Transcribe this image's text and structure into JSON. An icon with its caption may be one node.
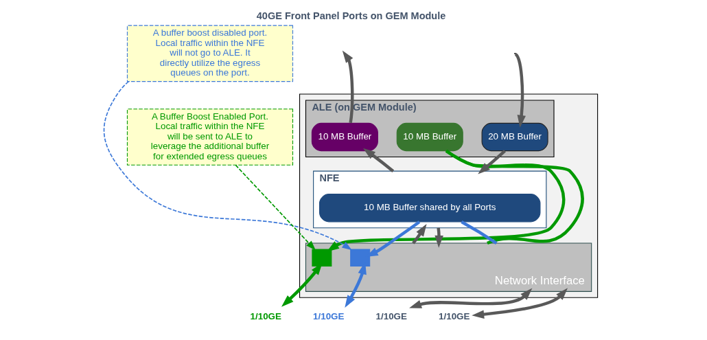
{
  "diagram": {
    "title": "40GE Front Panel Ports on GEM Module",
    "nodes": [
      {
        "text": [],
        "shape": "box"
      },
      {
        "text": [
          "ALE (on GEM Module)"
        ],
        "in": 0
      },
      {
        "text": [
          "10 MB Buffer"
        ],
        "in": 1
      },
      {
        "text": [
          "10 MB Buffer"
        ],
        "in": 1
      },
      {
        "text": [
          "20 MB Buffer"
        ],
        "in": 1
      },
      {
        "text": [
          "NFE"
        ],
        "in": 0
      },
      {
        "text": [
          "10 MB Buffer shared by all Ports"
        ],
        "in": 5
      },
      {
        "text": [
          "Network Interface"
        ],
        "in": 0
      },
      {
        "text": [],
        "shape": "box",
        "in": 7
      },
      {
        "text": [],
        "shape": "box",
        "in": 7
      },
      {
        "text": [
          "A buffer boost disabled port. Local traffic within the NFE will not go to ALE. It directly utilize the egress queues on the port."
        ]
      },
      {
        "text": [
          "A Buffer Boost Enabled Port. Local traffic within the NFE will be sent to ALE to leverage the additional buffer for extended egress queues"
        ]
      },
      {
        "text": [
          "1/10GE"
        ]
      },
      {
        "text": [
          "1/10GE"
        ]
      },
      {
        "text": [
          "1/10GE"
        ]
      },
      {
        "text": [
          "1/10GE"
        ]
      }
    ],
    "edges": [
      {
        "from": 2,
        "to": null,
        "arrow": "to"
      },
      {
        "from": null,
        "to": 4,
        "arrow": "to"
      },
      {
        "from": 5,
        "to": 2,
        "arrow": "to"
      },
      {
        "from": 4,
        "to": 5,
        "arrow": "to"
      },
      {
        "from": 7,
        "to": 5,
        "arrow": "to"
      },
      {
        "from": 5,
        "to": 7,
        "arrow": "to"
      },
      {
        "from": 7,
        "to": 3,
        "arrow": "none",
        "color": "#009900"
      },
      {
        "from": 3,
        "to": 8,
        "arrow": "to",
        "color": "#009900"
      },
      {
        "from": 7,
        "to": 6,
        "arrow": "none",
        "color": "#3c78d8"
      },
      {
        "from": 6,
        "to": 9,
        "arrow": "to",
        "color": "#3c78d8"
      },
      {
        "from": 8,
        "to": 12,
        "arrow": "both",
        "color": "#009900"
      },
      {
        "from": 9,
        "to": 13,
        "arrow": "both",
        "color": "#3c78d8"
      },
      {
        "from": 7,
        "to": 14,
        "arrow": "both"
      },
      {
        "from": 7,
        "to": 15,
        "arrow": "both"
      },
      {
        "from": 10,
        "to": 9,
        "arrow": "to",
        "style": "dashed",
        "color": "#3c78d8"
      },
      {
        "from": 11,
        "to": 8,
        "arrow": "to",
        "style": "dashed",
        "color": "#009900"
      }
    ]
  }
}
